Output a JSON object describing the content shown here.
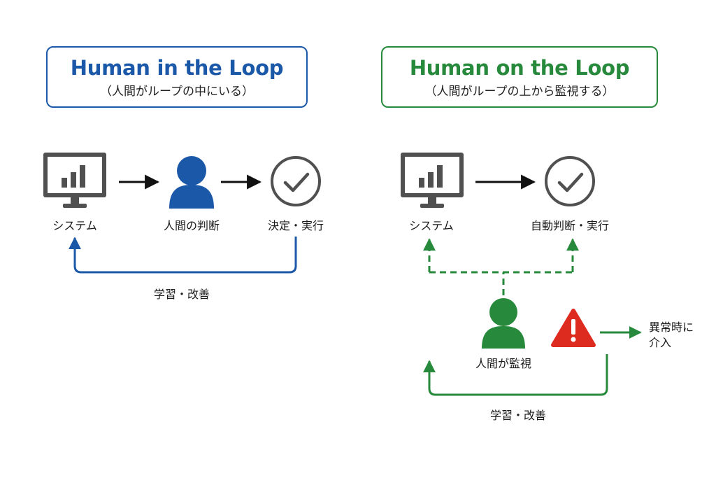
{
  "colors": {
    "hitl": "#1c58a8",
    "hotl": "#27893b",
    "icon_gray": "#505050",
    "warning": "#de2b20",
    "arrow": "#111111"
  },
  "hitl": {
    "title": "Human in the Loop",
    "subtitle": "（人間がループの中にいる）",
    "nodes": {
      "system": "システム",
      "human": "人間の判断",
      "decision": "決定・実行"
    },
    "feedback": "学習・改善"
  },
  "hotl": {
    "title": "Human on the Loop",
    "subtitle": "（人間がループの上から監視する）",
    "nodes": {
      "system": "システム",
      "auto": "自動判断・実行",
      "human": "人間が監視",
      "intervene": "異常時に\n介入"
    },
    "feedback": "学習・改善"
  },
  "icons": [
    "monitor-chart-icon",
    "person-icon",
    "check-circle-icon",
    "warning-triangle-icon"
  ]
}
